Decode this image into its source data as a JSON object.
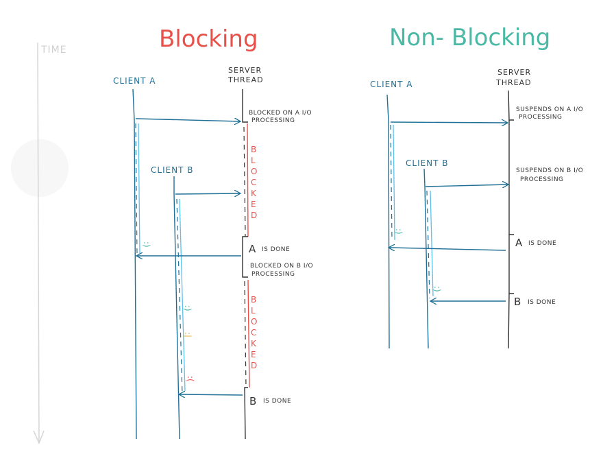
{
  "colors": {
    "blocking_title": "#e8504a",
    "nonblocking_title": "#49b8a4",
    "client_line": "#1f6f96",
    "wait_line": "#5bc0eb",
    "server_line": "#333333",
    "blocked_line": "#e8504a",
    "time_axis": "#d5d5d5"
  },
  "time_label": "TIME",
  "blocking": {
    "title": "Blocking",
    "client_a": "CLIENT A",
    "client_b": "CLIENT B",
    "server_line1": "SERVER",
    "server_line2": "THREAD",
    "note_a_line1": "BLOCKED ON A I/O",
    "note_a_line2": "PROCESSING",
    "blocked_word": [
      "B",
      "L",
      "O",
      "C",
      "K",
      "E",
      "D"
    ],
    "a_done_letter": "A",
    "a_done_text": "IS DONE",
    "note_b_line1": "BLOCKED ON B I/O",
    "note_b_line2": "PROCESSING",
    "b_done_letter": "B",
    "b_done_text": "IS DONE",
    "face_a": ":)",
    "face_b1": ":)",
    "face_b2": ":|",
    "face_b3": ":("
  },
  "nonblocking": {
    "title": "Non- Blocking",
    "client_a": "CLIENT A",
    "client_b": "CLIENT B",
    "server_line1": "SERVER",
    "server_line2": "THREAD",
    "note_a_line1": "SUSPENDS ON A I/O",
    "note_a_line2": "PROCESSING",
    "note_b_line1": "SUSPENDS ON B I/O",
    "note_b_line2": "PROCESSING",
    "a_done_letter": "A",
    "a_done_text": "IS DONE",
    "b_done_letter": "B",
    "b_done_text": "IS DONE",
    "face_a": ":)",
    "face_b": ":)"
  }
}
